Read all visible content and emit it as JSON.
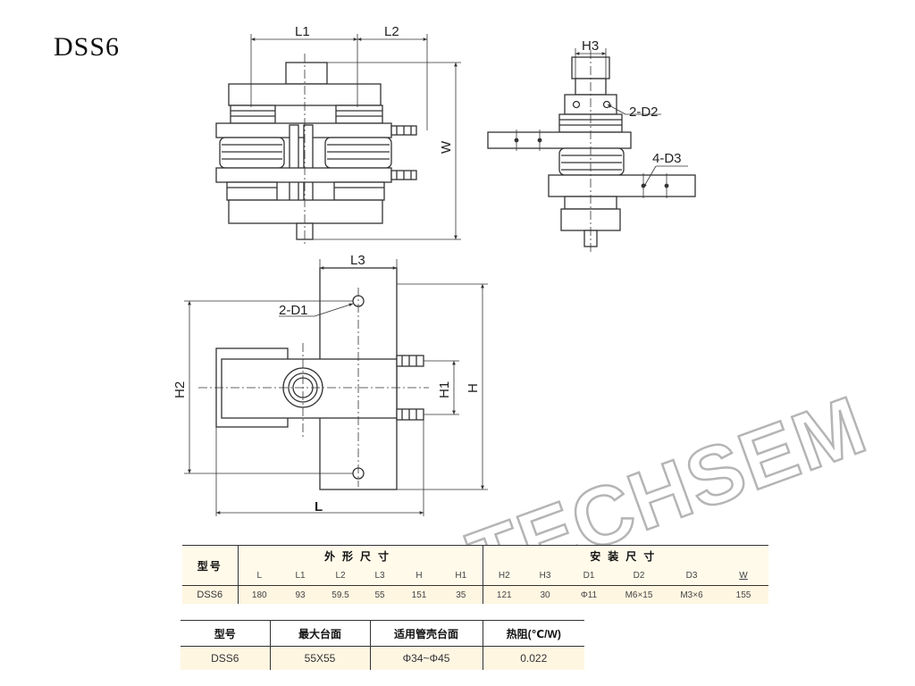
{
  "title": "DSS6",
  "watermark": "TECHSEM",
  "labels": {
    "L1": "L1",
    "L2": "L2",
    "L3": "L3",
    "H3": "H3",
    "W": "W",
    "D1": "2-D1",
    "D2": "2-D2",
    "D3": "4-D3",
    "H1": "H1",
    "H2": "H2",
    "H": "H",
    "L": "L"
  },
  "table1": {
    "model_header": "型号",
    "outer_header": "外形尺寸",
    "install_header": "安装尺寸",
    "columns": [
      "L",
      "L1",
      "L2",
      "L3",
      "H",
      "H1",
      "H2",
      "H3",
      "D1",
      "D2",
      "D3",
      "W"
    ],
    "row": {
      "model": "DSS6",
      "values": [
        "180",
        "93",
        "59.5",
        "55",
        "151",
        "35",
        "121",
        "30",
        "Φ11",
        "M6×15",
        "M3×6",
        "155"
      ]
    }
  },
  "table2": {
    "headers": [
      "型号",
      "最大台面",
      "适用管壳台面",
      "热阻(℃/W)"
    ],
    "row": [
      "DSS6",
      "55X55",
      "Φ34~Φ45",
      "0.022"
    ]
  },
  "colors": {
    "line": "#333333",
    "fill": "#ffffff",
    "watermark_stroke": "#b5b5b5",
    "table_row": "#fff6e2"
  }
}
